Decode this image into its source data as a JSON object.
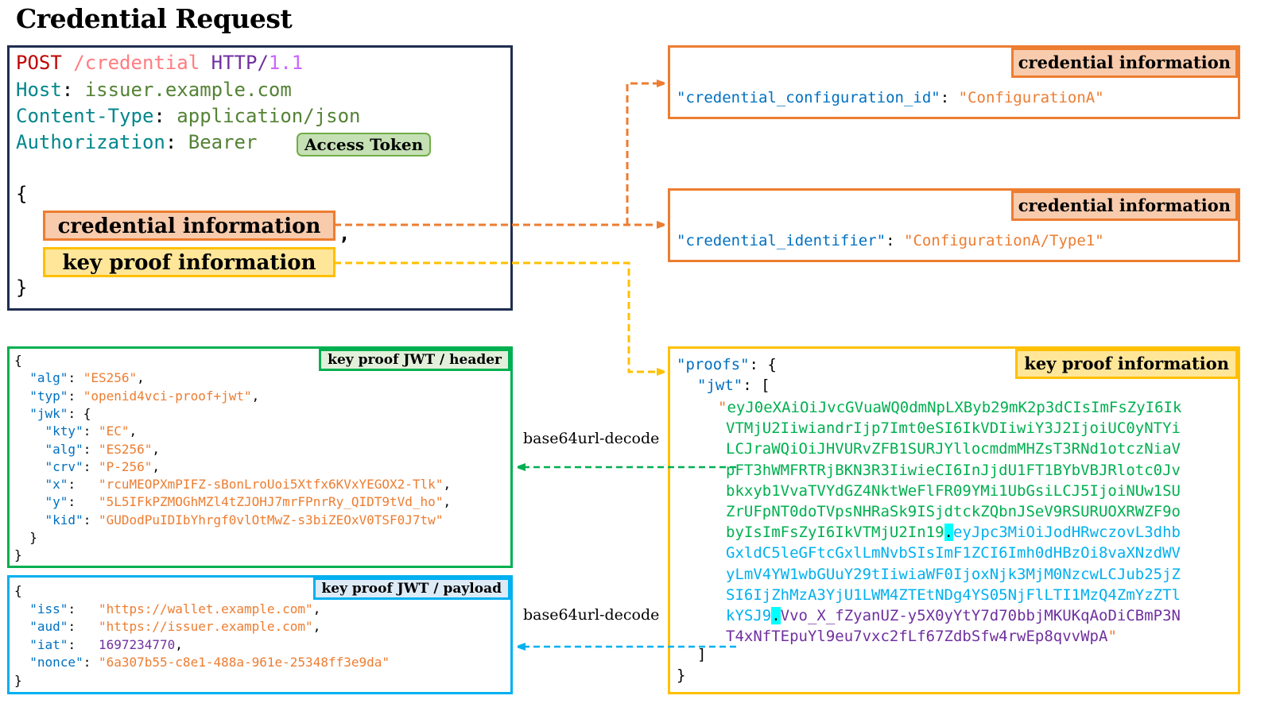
{
  "title": "Credential Request",
  "request": {
    "method": "POST",
    "path": "/credential",
    "protocol": "HTTP/",
    "version": "1.1",
    "headers": [
      {
        "name": "Host",
        "value": "issuer.example.com"
      },
      {
        "name": "Content-Type",
        "value": "application/json"
      },
      {
        "name": "Authorization",
        "value": "Bearer"
      }
    ],
    "access_token_label": "Access Token",
    "open_brace": "{",
    "close_brace": "}",
    "comma": ",",
    "credential_info_label": "credential information",
    "key_proof_info_label": "key proof information"
  },
  "credential_config_box": {
    "tag": "credential information",
    "key": "\"credential_configuration_id\"",
    "sep": ": ",
    "value": "\"ConfigurationA\""
  },
  "credential_ident_box": {
    "tag": "credential information",
    "key": "\"credential_identifier\"",
    "sep": ": ",
    "value": "\"ConfigurationA/Type1\""
  },
  "proof_box": {
    "tag": "key proof information",
    "proofs_key": "\"proofs\"",
    "proofs_open": ": {",
    "jwt_key": "\"jwt\"",
    "jwt_open": ": [",
    "quote": "\"",
    "header_lines": [
      "eyJ0eXAiOiJvcGVuaWQ0dmNpLXByb29mK2p3dCIsImFsZyI6Ik",
      "VTMjU2IiwiandrIjp7Imt0eSI6IkVDIiwiY3J2IjoiUC0yNTYi",
      "LCJraWQiOiJHVURvZFB1SURJYllocmdmMHZsT3RNd1otczNiaV",
      "pFT3hWMFRTRjBKN3R3IiwieCI6InJjdU1FT1BYbVBJRlotc0Jv",
      "bkxyb1VvaTVYdGZ4NktWeFlFR09YMi1UbGsiLCJ5IjoiNUw1SU",
      "ZrUFpNT0doTVpsNHRaSk9ISjdtckZQbnJSeV9RSURUOXRWZF9o",
      "byIsImFsZyI6IkVTMjU2In19"
    ],
    "payload_first": "eyJpc3MiOiJodHRwczovL3dhb",
    "payload_lines": [
      "GxldC5leGFtcGxlLmNvbSIsImF1ZCI6Imh0dHBzOi8vaXNzdWV",
      "yLmV4YW1wbGUuY29tIiwiaWF0IjoxNjk3MjM0NzcwLCJub25jZ",
      "SI6IjZhMzA3YjU1LWM4ZTEtNDg4YS05NjFlLTI1MzQ4ZmYzZTl"
    ],
    "payload_last": "kYSJ9",
    "dot": ".",
    "signature_first": "Vvo_X_fZyanUZ-y5X0yYtY7d70bbjMKUKqAoDiCBmP3N",
    "signature_last": "T4xNfTEpuYl9eu7vxc2fLf67ZdbSfw4rwEp8qvvWpA",
    "jwt_close": "]",
    "proofs_close": "}"
  },
  "jwt_header_box": {
    "tag": "key proof JWT / header",
    "lines": [
      {
        "indent": "",
        "key": "",
        "sep": "",
        "value": "",
        "raw": "{"
      },
      {
        "indent": "  ",
        "key": "\"alg\"",
        "sep": ": ",
        "value": "\"ES256\"",
        "tail": ","
      },
      {
        "indent": "  ",
        "key": "\"typ\"",
        "sep": ": ",
        "value": "\"openid4vci-proof+jwt\"",
        "tail": ","
      },
      {
        "indent": "  ",
        "key": "\"jwk\"",
        "sep": ": {",
        "value": "",
        "tail": ""
      },
      {
        "indent": "    ",
        "key": "\"kty\"",
        "sep": ": ",
        "value": "\"EC\"",
        "tail": ","
      },
      {
        "indent": "    ",
        "key": "\"alg\"",
        "sep": ": ",
        "value": "\"ES256\"",
        "tail": ","
      },
      {
        "indent": "    ",
        "key": "\"crv\"",
        "sep": ": ",
        "value": "\"P-256\"",
        "tail": ","
      },
      {
        "indent": "    ",
        "key": "\"x\"",
        "sep": ":   ",
        "value": "\"rcuMEOPXmPIFZ-sBonLroUoi5Xtfx6KVxYEGOX2-Tlk\"",
        "tail": ","
      },
      {
        "indent": "    ",
        "key": "\"y\"",
        "sep": ":   ",
        "value": "\"5L5IFkPZMOGhMZl4tZJOHJ7mrFPnrRy_QIDT9tVd_ho\"",
        "tail": ","
      },
      {
        "indent": "    ",
        "key": "\"kid\"",
        "sep": ": ",
        "value": "\"GUDodPuIDIbYhrgf0vlOtMwZ-s3biZEOxV0TSF0J7tw\"",
        "tail": ""
      },
      {
        "indent": "  ",
        "key": "",
        "sep": "",
        "value": "",
        "raw": "}"
      },
      {
        "indent": "",
        "key": "",
        "sep": "",
        "value": "",
        "raw": "}"
      }
    ]
  },
  "jwt_payload_box": {
    "tag": "key proof JWT / payload",
    "lines": [
      {
        "indent": "",
        "raw": "{"
      },
      {
        "indent": "  ",
        "key": "\"iss\"",
        "sep": ":   ",
        "value": "\"https://wallet.example.com\"",
        "type": "str",
        "tail": ","
      },
      {
        "indent": "  ",
        "key": "\"aud\"",
        "sep": ":   ",
        "value": "\"https://issuer.example.com\"",
        "type": "str",
        "tail": ","
      },
      {
        "indent": "  ",
        "key": "\"iat\"",
        "sep": ":   ",
        "value": "1697234770",
        "type": "num",
        "tail": ","
      },
      {
        "indent": "  ",
        "key": "\"nonce\"",
        "sep": ": ",
        "value": "\"6a307b55-c8e1-488a-961e-25348ff3e9da\"",
        "type": "str",
        "tail": ""
      },
      {
        "indent": "",
        "raw": "}"
      }
    ]
  },
  "edges": {
    "decode_header_label": "base64url-decode",
    "decode_payload_label": "base64url-decode"
  },
  "colors": {
    "request_border": "#1f2d4f",
    "credential_orange": "#ed7d31",
    "proof_yellow": "#ffc000",
    "header_green": "#00b050",
    "payload_blue": "#00b0f0"
  }
}
